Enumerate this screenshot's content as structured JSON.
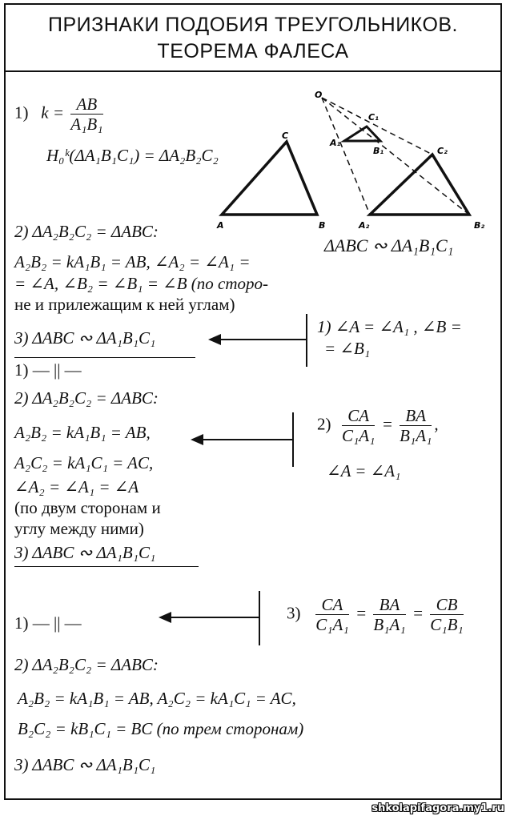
{
  "title": {
    "line1": "ПРИЗНАКИ ПОДОБИЯ ТРЕУГОЛЬНИКОВ.",
    "line2": "ТЕОРЕМА ФАЛЕСА"
  },
  "proof1": {
    "step1_label": "1)",
    "k_lhs": "k =",
    "k_num": "AB",
    "k_den": "A₁B₁",
    "homothety": "H₀ᵏ(ΔA₁B₁C₁) = ΔA₂B₂C₂",
    "step2": "2)  ΔA₂B₂C₂ =  ΔABC:",
    "line_a": "A₂B₂ = kA₁B₁ = AB,  ∠A₂ = ∠A₁ =",
    "line_b": "= ∠A, ∠B₂ = ∠B₁ = ∠B (по сторо-",
    "line_c": "не и прилежащим к ней углам)",
    "step3": "3)  ΔABC ∾ ΔA₁B₁C₁",
    "condition": {
      "line1": "1) ∠A = ∠A₁ , ∠B =",
      "line2": "= ∠B₁"
    }
  },
  "figure": {
    "labels": {
      "A": "A",
      "B": "B",
      "C": "C",
      "O": "O",
      "A1": "A₁",
      "B1": "B₁",
      "C1": "C₁",
      "A2": "A₂",
      "B2": "B₂",
      "C2": "C₂"
    },
    "caption": "ΔABC ∾ ΔA₁B₁C₁"
  },
  "proof2": {
    "step1": "1)  — || —",
    "step2": "2)  ΔA₂B₂C₂ =  ΔABC:",
    "line_a": "A₂B₂ = kA₁B₁ = AB,",
    "line_b": "A₂C₂ = kA₁C₁ = AC,",
    "line_c": "∠A₂ = ∠A₁ = ∠A",
    "line_d": "(по двум сторонам и",
    "line_e": "углу между ними)",
    "step3": "3)  ΔABC ∾ ΔA₁B₁C₁",
    "condition": {
      "label": "2)",
      "f1_num": "CA",
      "f1_den": "C₁A₁",
      "eq": "=",
      "f2_num": "BA",
      "f2_den": "B₁A₁",
      "comma": ",",
      "angle": "∠A = ∠A₁"
    }
  },
  "proof3": {
    "step1": "1)  — || —",
    "step2": "2)  ΔA₂B₂C₂ =  ΔABC:",
    "line_a": "A₂B₂ = kA₁B₁ = AB,  A₂C₂ = kA₁C₁ = AC,",
    "line_b": "B₂C₂ = kB₁C₁ = BC (по трем сторонам)",
    "step3": "3)  ΔABC ∾ ΔA₁B₁C₁",
    "condition": {
      "label": "3)",
      "f1_num": "CA",
      "f1_den": "C₁A₁",
      "eq1": "=",
      "f2_num": "BA",
      "f2_den": "B₁A₁",
      "eq2": "=",
      "f3_num": "CB",
      "f3_den": "C₁B₁"
    }
  },
  "watermark": "shkolapifagora.my1.ru"
}
